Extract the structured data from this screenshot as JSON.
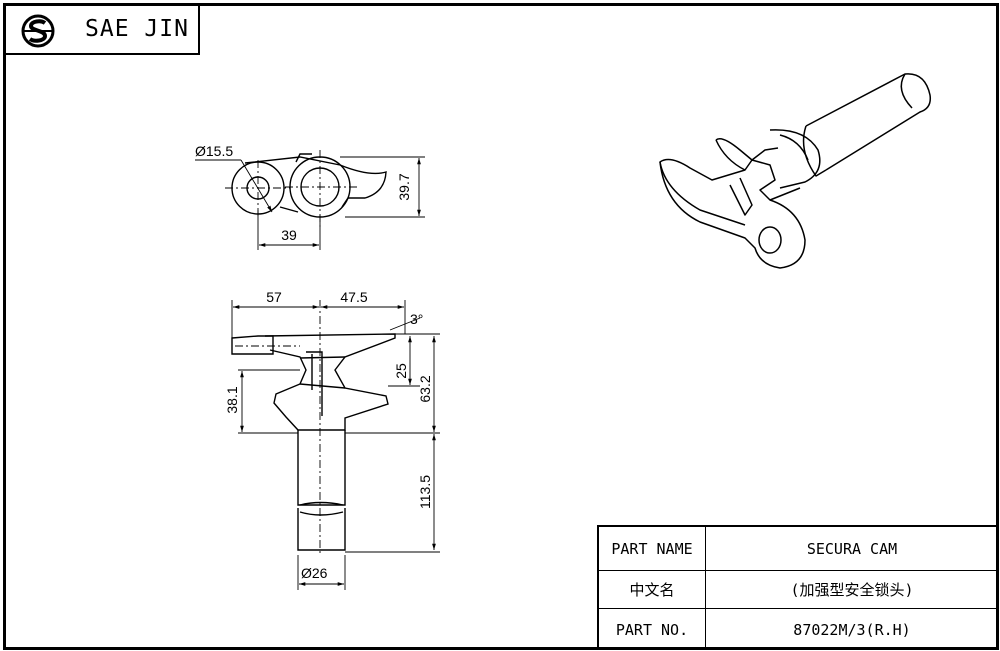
{
  "header": {
    "brand": "SAE JIN",
    "logo_icon": "saejin-logo-icon"
  },
  "dimensions": {
    "top_view": {
      "hole_diameter": "Ø15.5",
      "height": "39.7",
      "width": "39"
    },
    "side_view": {
      "left_width": "57",
      "right_width": "47.5",
      "angle": "3°",
      "cam_height": "25",
      "body_height": "63.2",
      "lower_height": "38.1",
      "shaft_length": "113.5",
      "shaft_diameter": "Ø26"
    }
  },
  "title_block": {
    "part_name_label": "PART NAME",
    "part_name_value": "SECURA CAM",
    "chinese_label": "中文名",
    "chinese_value": "(加强型安全锁头)",
    "part_no_label": "PART NO.",
    "part_no_value": "87022M/3(R.H)"
  }
}
